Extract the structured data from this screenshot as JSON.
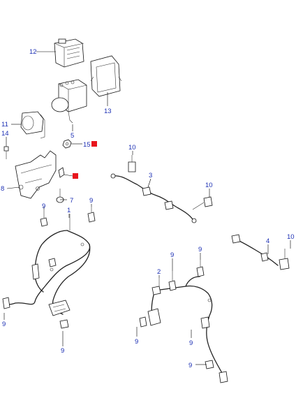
{
  "callouts": {
    "c12": "12",
    "c13": "13",
    "c11": "11",
    "c5": "5",
    "c14": "14",
    "c15": "15",
    "c8": "8",
    "c7": "7",
    "c10a": "10",
    "c3": "3",
    "c10b": "10",
    "c9a": "9",
    "c1": "1",
    "c9b": "9",
    "c9c": "9",
    "c9d": "9",
    "c9e": "9",
    "c2": "2",
    "c9f": "9",
    "c9g": "9",
    "c9h": "9",
    "c9i": "9",
    "c4": "4",
    "c10c": "10"
  },
  "marker_color": "#e8141c",
  "callout_color": "#1c2fb4"
}
